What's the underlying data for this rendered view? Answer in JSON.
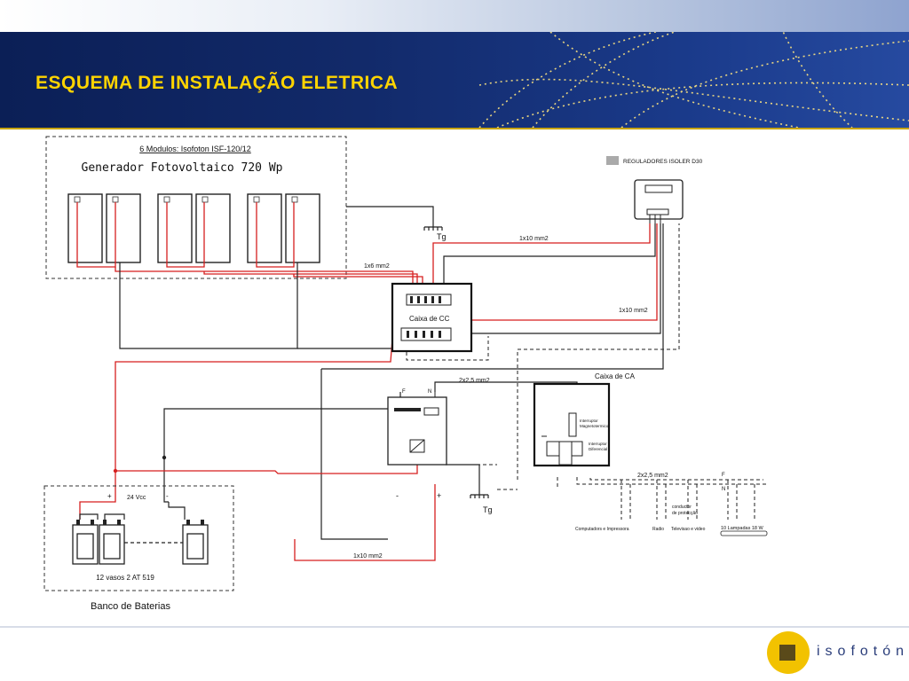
{
  "title": "ESQUEMA  DE  INSTALAÇÃO  ELETRICA",
  "pv": {
    "modules_note": "6 Modulos: Isofoton ISF-120/12",
    "generator": "Generador  Fotovoltaico  720  Wp"
  },
  "regulator": {
    "label": "REGULADORES ISOLER D30"
  },
  "grounds": {
    "top": "Tg",
    "bottom": "Tg"
  },
  "cables": {
    "c1x6": "1x6 mm2",
    "c1x10_top": "1x10 mm2",
    "c1x10_right": "1x10 mm2",
    "c2x25_inv": "2x2,5 mm2",
    "c2x25_out": "2x2,5 mm2",
    "c1x10_bottom": "1x10 mm2"
  },
  "boxes": {
    "cc": "Caixa de CC",
    "ca": "Caixa de CA"
  },
  "inverter": {
    "f": "F",
    "n": "N",
    "minus": "-",
    "plus": "+"
  },
  "ca_box": {
    "switch1": [
      "Interruptor",
      "Magnetotermico"
    ],
    "switch2": [
      "Interruptor",
      "Diferencial"
    ]
  },
  "outputs": {
    "f": "F",
    "n": "N",
    "conductor": [
      "conductor",
      "de protecção"
    ],
    "loads": [
      "Computadors e Impressora",
      "Radio",
      "Televisao e video",
      "10 Lampadas 18 W"
    ]
  },
  "batteries": {
    "plus": "+",
    "minus": "-",
    "voltage": "24 Vcc",
    "count": "12 vasos 2 AT 519",
    "bank": "Banco de Baterias"
  },
  "brand": "isofotón",
  "colors": {
    "banner": "#0b1f56",
    "title": "#ffd400",
    "wire_red": "#d61f1f",
    "logo": "#f2c200"
  }
}
